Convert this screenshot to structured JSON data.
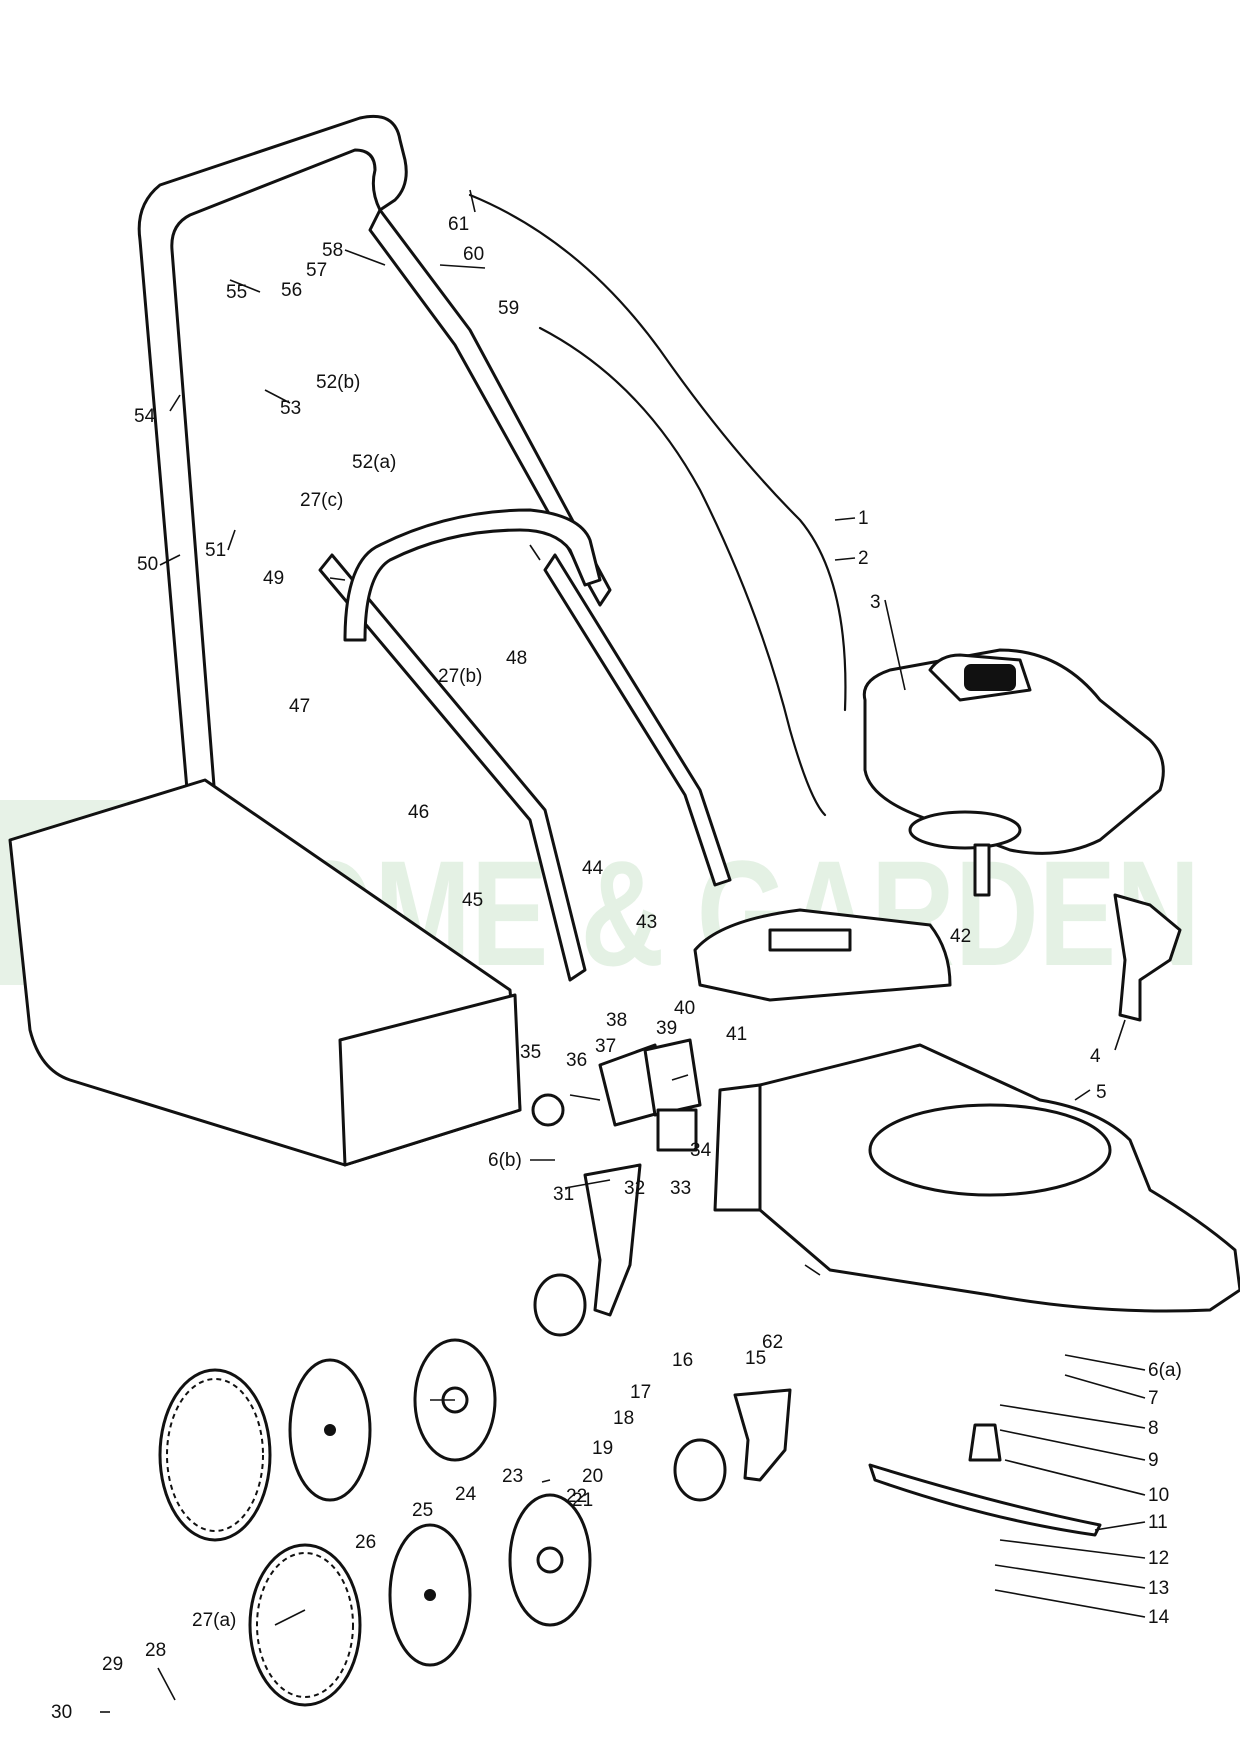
{
  "watermark": {
    "text": "HOME & GARDEN",
    "color": "#cfe6cf"
  },
  "callouts": [
    {
      "label": "1"
    },
    {
      "label": "2"
    },
    {
      "label": "3"
    },
    {
      "label": "4"
    },
    {
      "label": "5"
    },
    {
      "label": "6(a)"
    },
    {
      "label": "7"
    },
    {
      "label": "8"
    },
    {
      "label": "9"
    },
    {
      "label": "10"
    },
    {
      "label": "11"
    },
    {
      "label": "12"
    },
    {
      "label": "13"
    },
    {
      "label": "14"
    },
    {
      "label": "15"
    },
    {
      "label": "16"
    },
    {
      "label": "17"
    },
    {
      "label": "18"
    },
    {
      "label": "19"
    },
    {
      "label": "20"
    },
    {
      "label": "21"
    },
    {
      "label": "22"
    },
    {
      "label": "23"
    },
    {
      "label": "24"
    },
    {
      "label": "25"
    },
    {
      "label": "26"
    },
    {
      "label": "27(a)"
    },
    {
      "label": "28"
    },
    {
      "label": "29"
    },
    {
      "label": "30"
    },
    {
      "label": "31"
    },
    {
      "label": "32"
    },
    {
      "label": "33"
    },
    {
      "label": "34"
    },
    {
      "label": "6(b)"
    },
    {
      "label": "35"
    },
    {
      "label": "36"
    },
    {
      "label": "37"
    },
    {
      "label": "38"
    },
    {
      "label": "39"
    },
    {
      "label": "40"
    },
    {
      "label": "41"
    },
    {
      "label": "42"
    },
    {
      "label": "43"
    },
    {
      "label": "44"
    },
    {
      "label": "45"
    },
    {
      "label": "46"
    },
    {
      "label": "47"
    },
    {
      "label": "27(b)"
    },
    {
      "label": "48"
    },
    {
      "label": "49"
    },
    {
      "label": "50"
    },
    {
      "label": "51"
    },
    {
      "label": "27(c)"
    },
    {
      "label": "52(a)"
    },
    {
      "label": "52(b)"
    },
    {
      "label": "53"
    },
    {
      "label": "54"
    },
    {
      "label": "55"
    },
    {
      "label": "56"
    },
    {
      "label": "57"
    },
    {
      "label": "58"
    },
    {
      "label": "59"
    },
    {
      "label": "60"
    },
    {
      "label": "61"
    },
    {
      "label": "62"
    }
  ]
}
